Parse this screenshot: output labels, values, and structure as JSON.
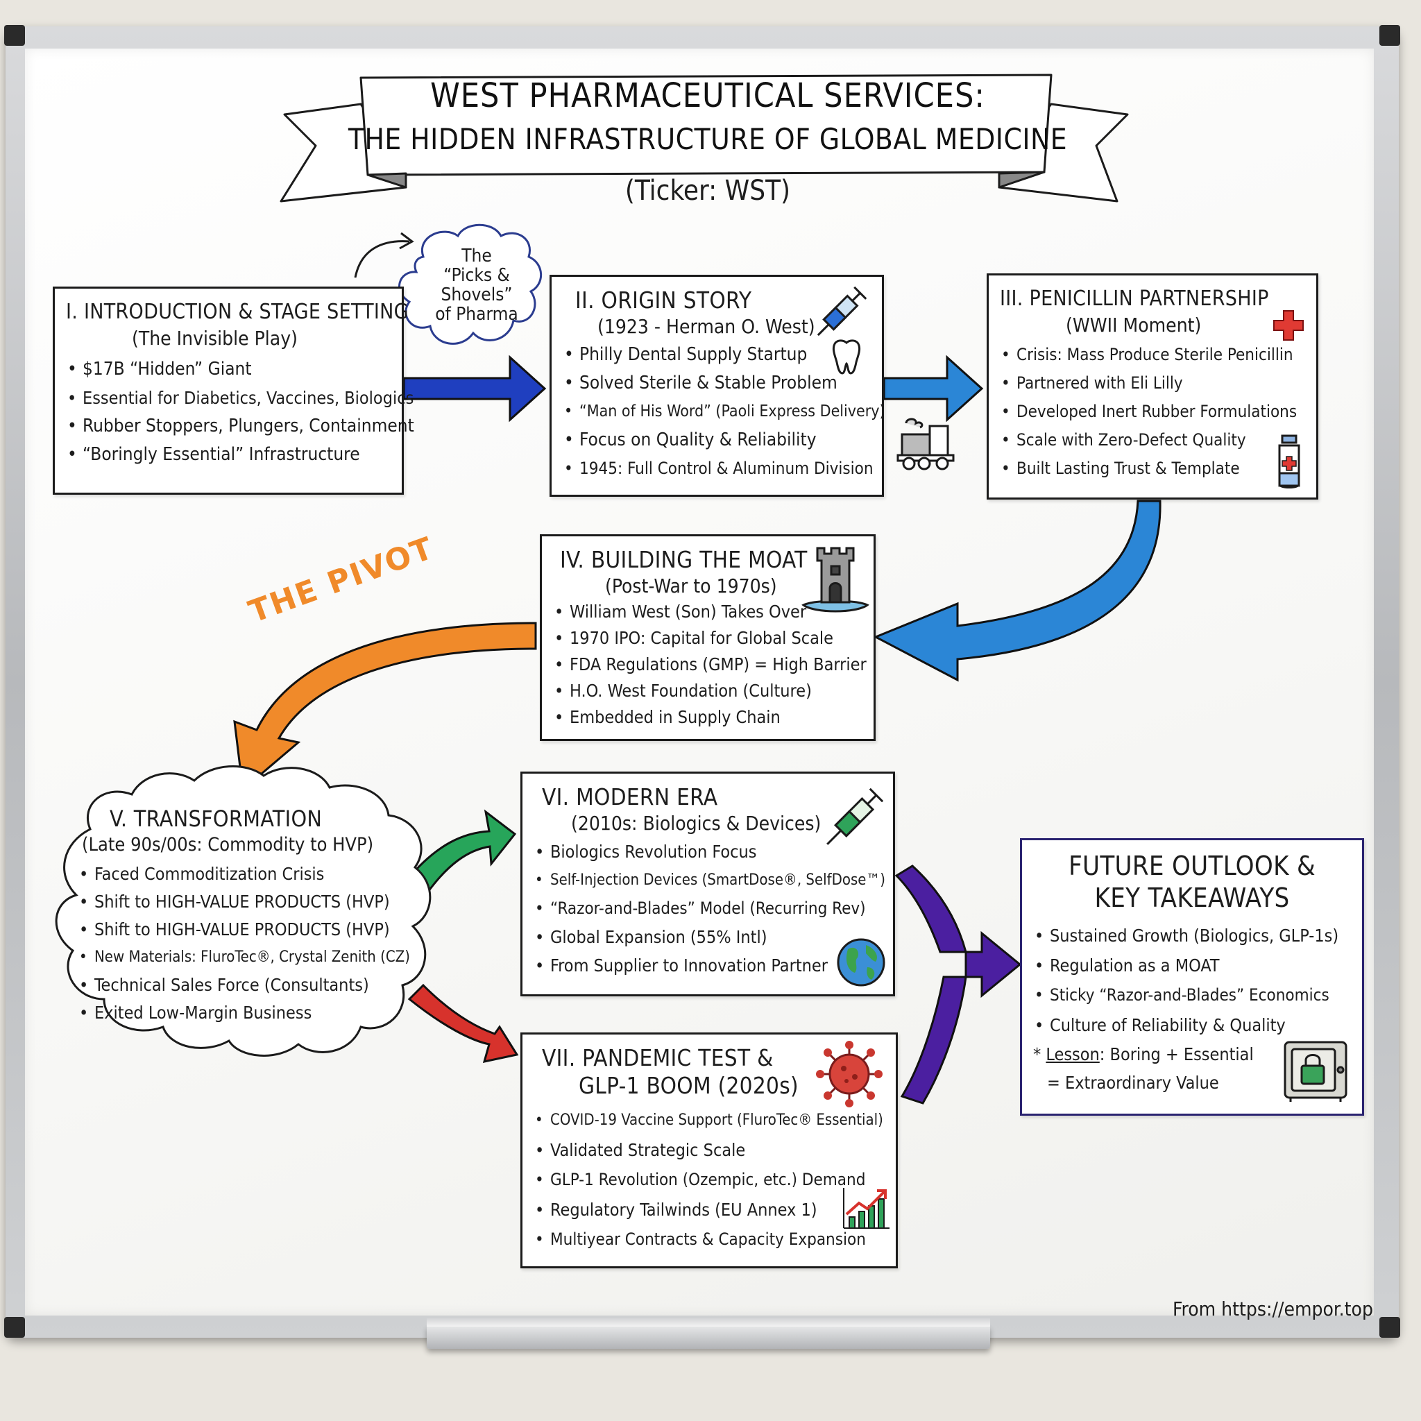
{
  "header": {
    "title_line1": "WEST PHARMACEUTICAL SERVICES:",
    "title_line2": "THE HIDDEN INFRASTRUCTURE OF GLOBAL MEDICINE",
    "ticker": "(Ticker: WST)"
  },
  "callout": {
    "line1": "The",
    "line2": "“Picks &",
    "line3": "Shovels”",
    "line4": "of Pharma"
  },
  "sections": {
    "intro": {
      "title": "I. INTRODUCTION & STAGE SETTING",
      "subtitle": "(The Invisible Play)",
      "bullets": [
        "$17B “Hidden” Giant",
        "Essential for Diabetics, Vaccines, Biologics",
        "Rubber Stoppers, Plungers, Containment",
        "“Boringly Essential” Infrastructure"
      ]
    },
    "origin": {
      "title": "II. ORIGIN STORY",
      "subtitle": "(1923 - Herman O. West)",
      "bullets": [
        "Philly Dental Supply Startup",
        "Solved Sterile & Stable Problem",
        "“Man of His Word” (Paoli Express Delivery)",
        "Focus on Quality & Reliability",
        "1945: Full Control & Aluminum Division"
      ]
    },
    "penicillin": {
      "title": "III. PENICILLIN PARTNERSHIP",
      "subtitle": "(WWII Moment)",
      "bullets": [
        "Crisis: Mass Produce Sterile Penicillin",
        "Partnered with Eli Lilly",
        "Developed Inert Rubber Formulations",
        "Scale with Zero-Defect Quality",
        "Built Lasting Trust & Template"
      ]
    },
    "moat": {
      "title": "IV. BUILDING THE MOAT",
      "subtitle": "(Post-War to 1970s)",
      "bullets": [
        "William West (Son) Takes Over",
        "1970 IPO: Capital for Global Scale",
        "FDA Regulations (GMP) = High Barrier",
        "H.O. West Foundation (Culture)",
        "Embedded in Supply Chain"
      ]
    },
    "transformation": {
      "title": "V. TRANSFORMATION",
      "subtitle": "(Late 90s/00s: Commodity to HVP)",
      "bullets": [
        "Faced Commoditization Crisis",
        "Shift to HIGH-VALUE PRODUCTS (HVP)",
        "Shift to HIGH-VALUE PRODUCTS (HVP)",
        "New Materials: FluroTec®, Crystal Zenith (CZ)",
        "Technical Sales Force (Consultants)",
        "Exited Low-Margin Business"
      ]
    },
    "modern": {
      "title": "VI. MODERN ERA",
      "subtitle": "(2010s: Biologics & Devices)",
      "bullets": [
        "Biologics Revolution Focus",
        "Self-Injection Devices (SmartDose®, SelfDose™)",
        "“Razor-and-Blades” Model (Recurring Rev)",
        "Global Expansion (55% Intl)",
        "From Supplier to Innovation Partner"
      ]
    },
    "pandemic": {
      "title_line1": "VII. PANDEMIC TEST &",
      "title_line2": "GLP-1 BOOM (2020s)",
      "bullets": [
        "COVID-19 Vaccine Support (FluroTec® Essential)",
        "Validated Strategic Scale",
        "GLP-1 Revolution (Ozempic, etc.) Demand",
        "Regulatory Tailwinds (EU Annex 1)",
        "Multiyear Contracts & Capacity Expansion"
      ]
    },
    "future": {
      "title_line1": "FUTURE OUTLOOK &",
      "title_line2": "KEY TAKEAWAYS",
      "bullets": [
        "Sustained Growth (Biologics, GLP-1s)",
        "Regulation as a MOAT",
        "Sticky “Razor-and-Blades” Economics",
        "Culture of Reliability & Quality"
      ],
      "lesson_marker": "*",
      "lesson_label": "Lesson",
      "lesson_text": ": Boring + Essential",
      "lesson_text2": "= Extraordinary Value"
    }
  },
  "pivot_label": "THE PIVOT",
  "footer": "From https://empor.top",
  "colors": {
    "blue_dark": "#1f3fbf",
    "blue_light": "#2b86d6",
    "orange": "#f08a2a",
    "green": "#27a55a",
    "red": "#d7322c",
    "purple": "#4b1fa0",
    "future_border": "#2a2370"
  },
  "icons": [
    "syringe-icon",
    "tooth-icon",
    "train-icon",
    "red-cross-icon",
    "vial-icon",
    "castle-icon",
    "syringe-icon",
    "globe-icon",
    "virus-icon",
    "growth-chart-icon",
    "safe-icon"
  ]
}
